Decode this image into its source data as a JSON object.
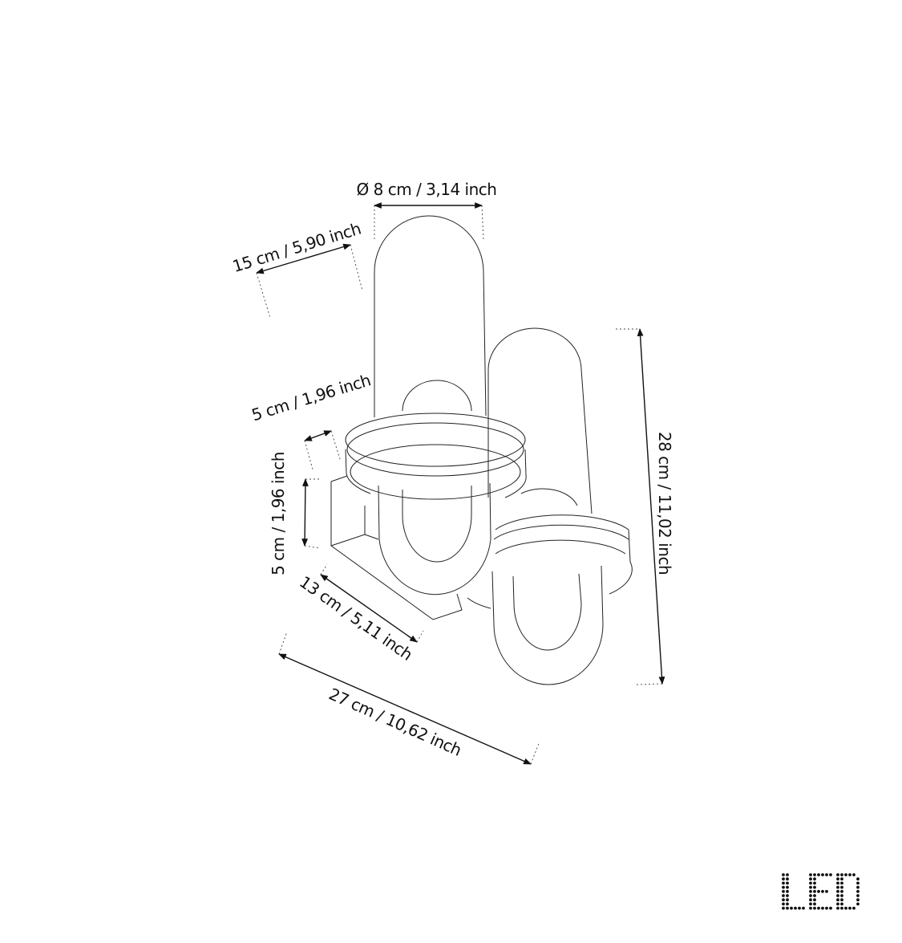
{
  "dimensions": {
    "diameter": "Ø 8 cm / 3,14 inch",
    "depth": "15 cm / 5,90 inch",
    "bracket_depth": "5 cm / 1,96 inch",
    "bracket_height": "5 cm / 1,96 inch",
    "bracket_length": "13 cm / 5,11 inch",
    "width": "27 cm / 10,62 inch",
    "height": "28 cm / 11,02 inch"
  },
  "logo": {
    "text": "LED"
  },
  "colors": {
    "line": "#222222",
    "background": "#ffffff"
  }
}
